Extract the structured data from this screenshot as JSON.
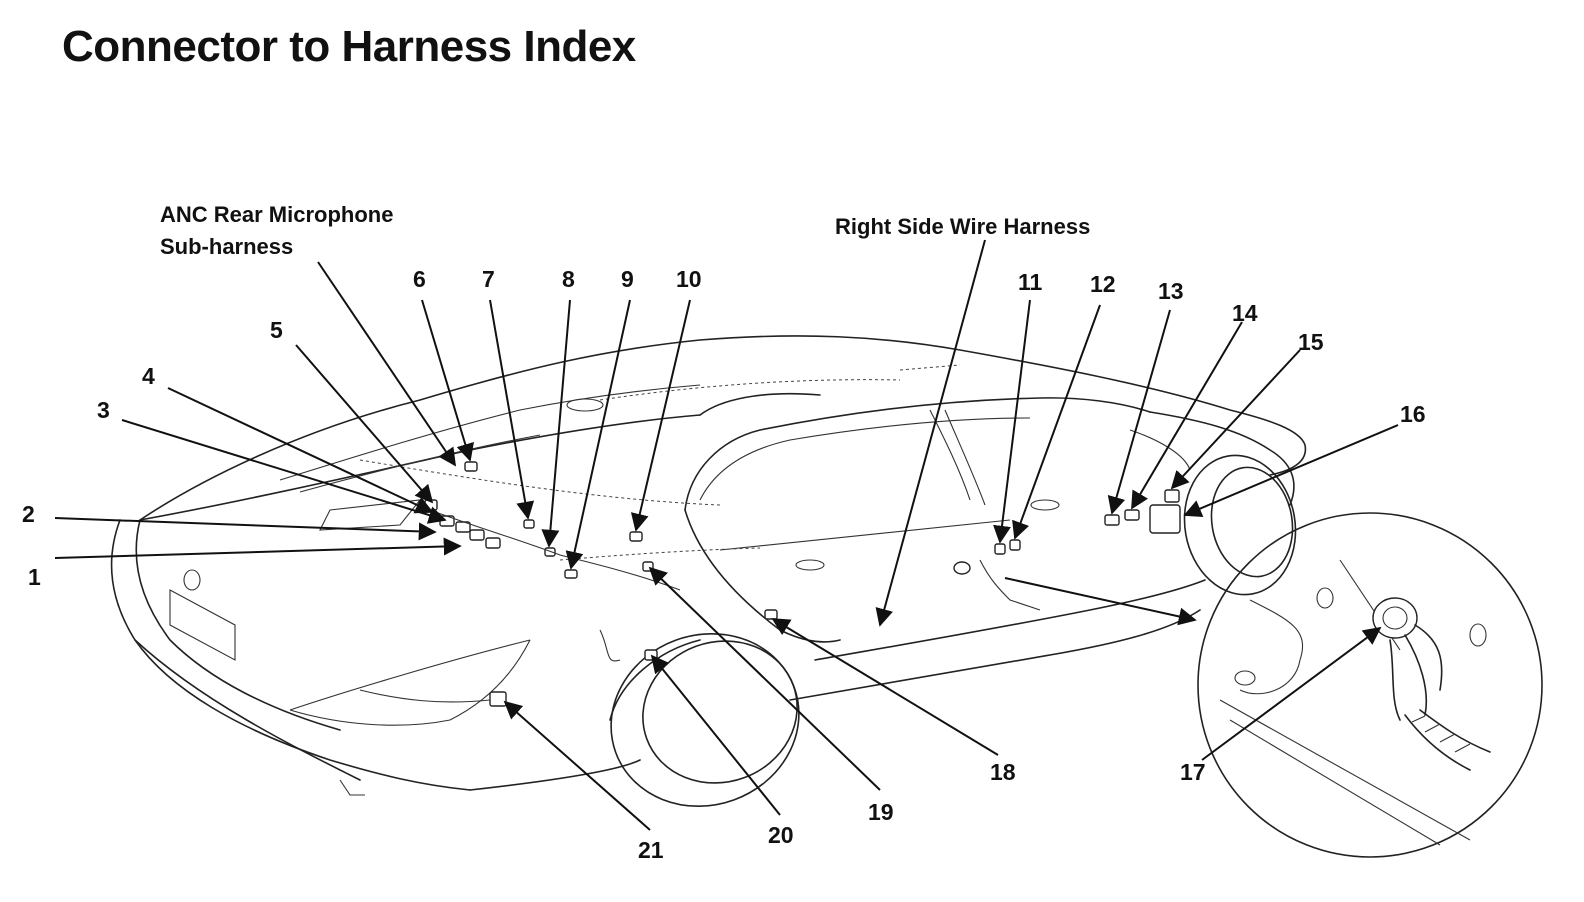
{
  "title": "Connector to Harness Index",
  "harness_labels": {
    "anc_line1": "ANC Rear Microphone",
    "anc_line2": "Sub-harness",
    "right_side": "Right Side Wire Harness"
  },
  "callouts": [
    "1",
    "2",
    "3",
    "4",
    "5",
    "6",
    "7",
    "8",
    "9",
    "10",
    "11",
    "12",
    "13",
    "14",
    "15",
    "16",
    "17",
    "18",
    "19",
    "20",
    "21"
  ]
}
